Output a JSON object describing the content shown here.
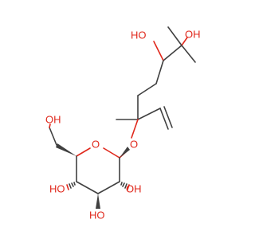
{
  "molecule": {
    "atoms": {
      "oh_top_left": "HO",
      "oh_top_right": "OH",
      "ether_o": "O",
      "ring_o": "O",
      "hydroxymethyl_oh": "OH",
      "oh_c4": "HO",
      "oh_c3": "HO",
      "oh_c2": "OH"
    },
    "colors": {
      "bond": "#404040",
      "oxygen": "#e0281c",
      "background": "#ffffff"
    }
  }
}
